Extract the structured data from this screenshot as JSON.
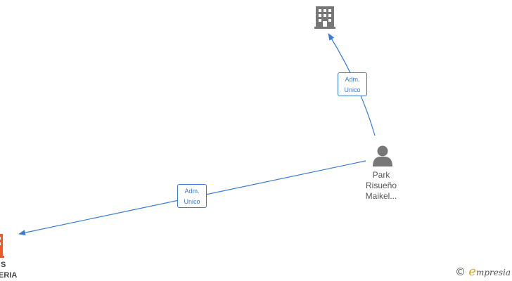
{
  "colors": {
    "edge": "#3a7bd5",
    "node_icon": "#777777",
    "highlight_company": "#f05a28",
    "brand_accent": "#e8a21b"
  },
  "nodes": {
    "company_top": {
      "icon": "building-icon"
    },
    "person": {
      "icon": "person-icon",
      "label_lines": [
        "Park",
        "Risueño",
        "Maikel..."
      ]
    },
    "company_left": {
      "icon": "building-icon",
      "label_lines": [
        "S",
        "ERIA"
      ]
    }
  },
  "edges": [
    {
      "from": "person",
      "to": "company_top",
      "label_lines": [
        "Adm.",
        "Unico"
      ]
    },
    {
      "from": "person",
      "to": "company_left",
      "label_lines": [
        "Adm.",
        "Unico"
      ]
    }
  ],
  "brand": {
    "copyright_symbol": "©",
    "initial": "e",
    "rest": "mpresia"
  }
}
